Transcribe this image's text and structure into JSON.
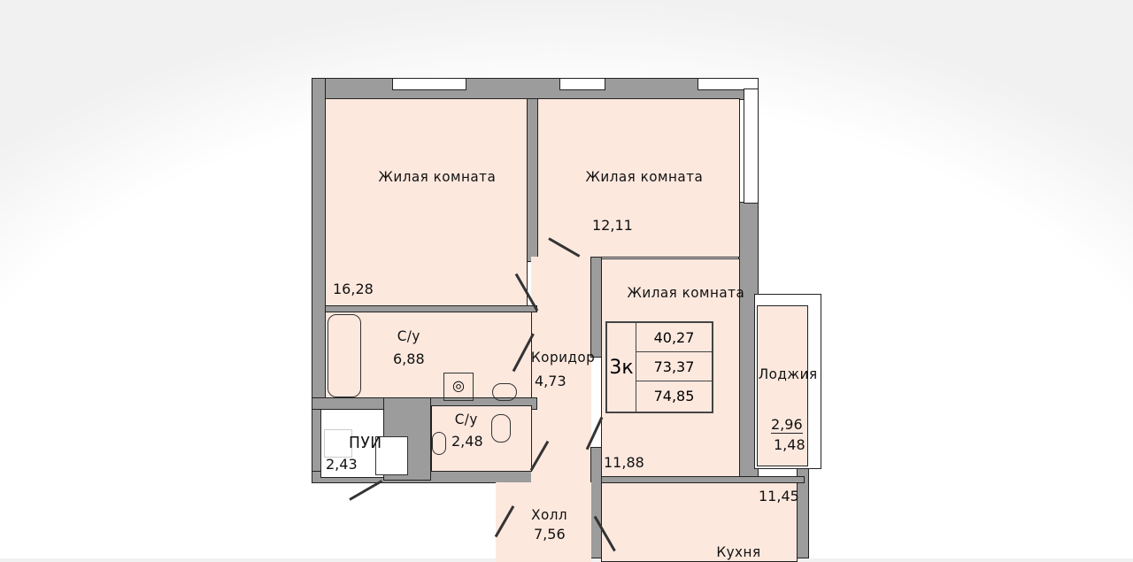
{
  "plan": {
    "apartment_type": "3к",
    "areas_table": [
      "40,27",
      "73,37",
      "74,85"
    ],
    "rooms": [
      {
        "name": "Жилая комната",
        "area": "16,28"
      },
      {
        "name": "Жилая комната",
        "area": "12,11"
      },
      {
        "name": "Жилая комната",
        "area": "11,88"
      },
      {
        "name": "С/у",
        "area": "6,88"
      },
      {
        "name": "С/у",
        "area": "2,48"
      },
      {
        "name": "Коридор",
        "area": "4,73"
      },
      {
        "name": "ПУИ",
        "area": "2,43"
      },
      {
        "name": "Холл",
        "area": "7,56"
      },
      {
        "name": "Кухня",
        "area": "11,45"
      },
      {
        "name": "Лоджия",
        "area": "2,96",
        "area_reduced": "1,48"
      }
    ]
  },
  "colors": {
    "room_fill": "#fde8de",
    "wall": "#9c9c9c"
  }
}
